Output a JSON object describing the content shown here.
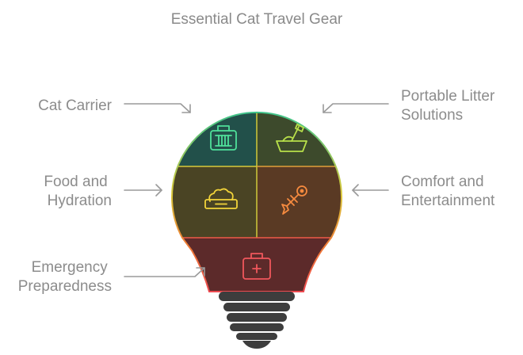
{
  "title": "Essential Cat Travel Gear",
  "sections": [
    {
      "id": "cat-carrier",
      "label_lines": [
        "Cat Carrier"
      ],
      "icon": "cat-carrier-icon",
      "fill": "#22504a",
      "stroke": "#3fc48c"
    },
    {
      "id": "litter",
      "label_lines": [
        "Portable Litter",
        "Solutions"
      ],
      "icon": "litter-box-icon",
      "fill": "#3d4a2c",
      "stroke": "#9acd32"
    },
    {
      "id": "food",
      "label_lines": [
        "Food and",
        "Hydration"
      ],
      "icon": "food-bowl-icon",
      "fill": "#4a4424",
      "stroke": "#e8c83a"
    },
    {
      "id": "comfort",
      "label_lines": [
        "Comfort and",
        "Entertainment"
      ],
      "icon": "fish-toy-icon",
      "fill": "#5a3a24",
      "stroke": "#ef7a35"
    },
    {
      "id": "emergency",
      "label_lines": [
        "Emergency",
        "Preparedness"
      ],
      "icon": "first-aid-kit-icon",
      "fill": "#5c2a2a",
      "stroke": "#ee4a50"
    }
  ],
  "colors": {
    "base": "#3d3d3d",
    "arrow": "#9a9a9a",
    "text": "#8c8c8c"
  }
}
